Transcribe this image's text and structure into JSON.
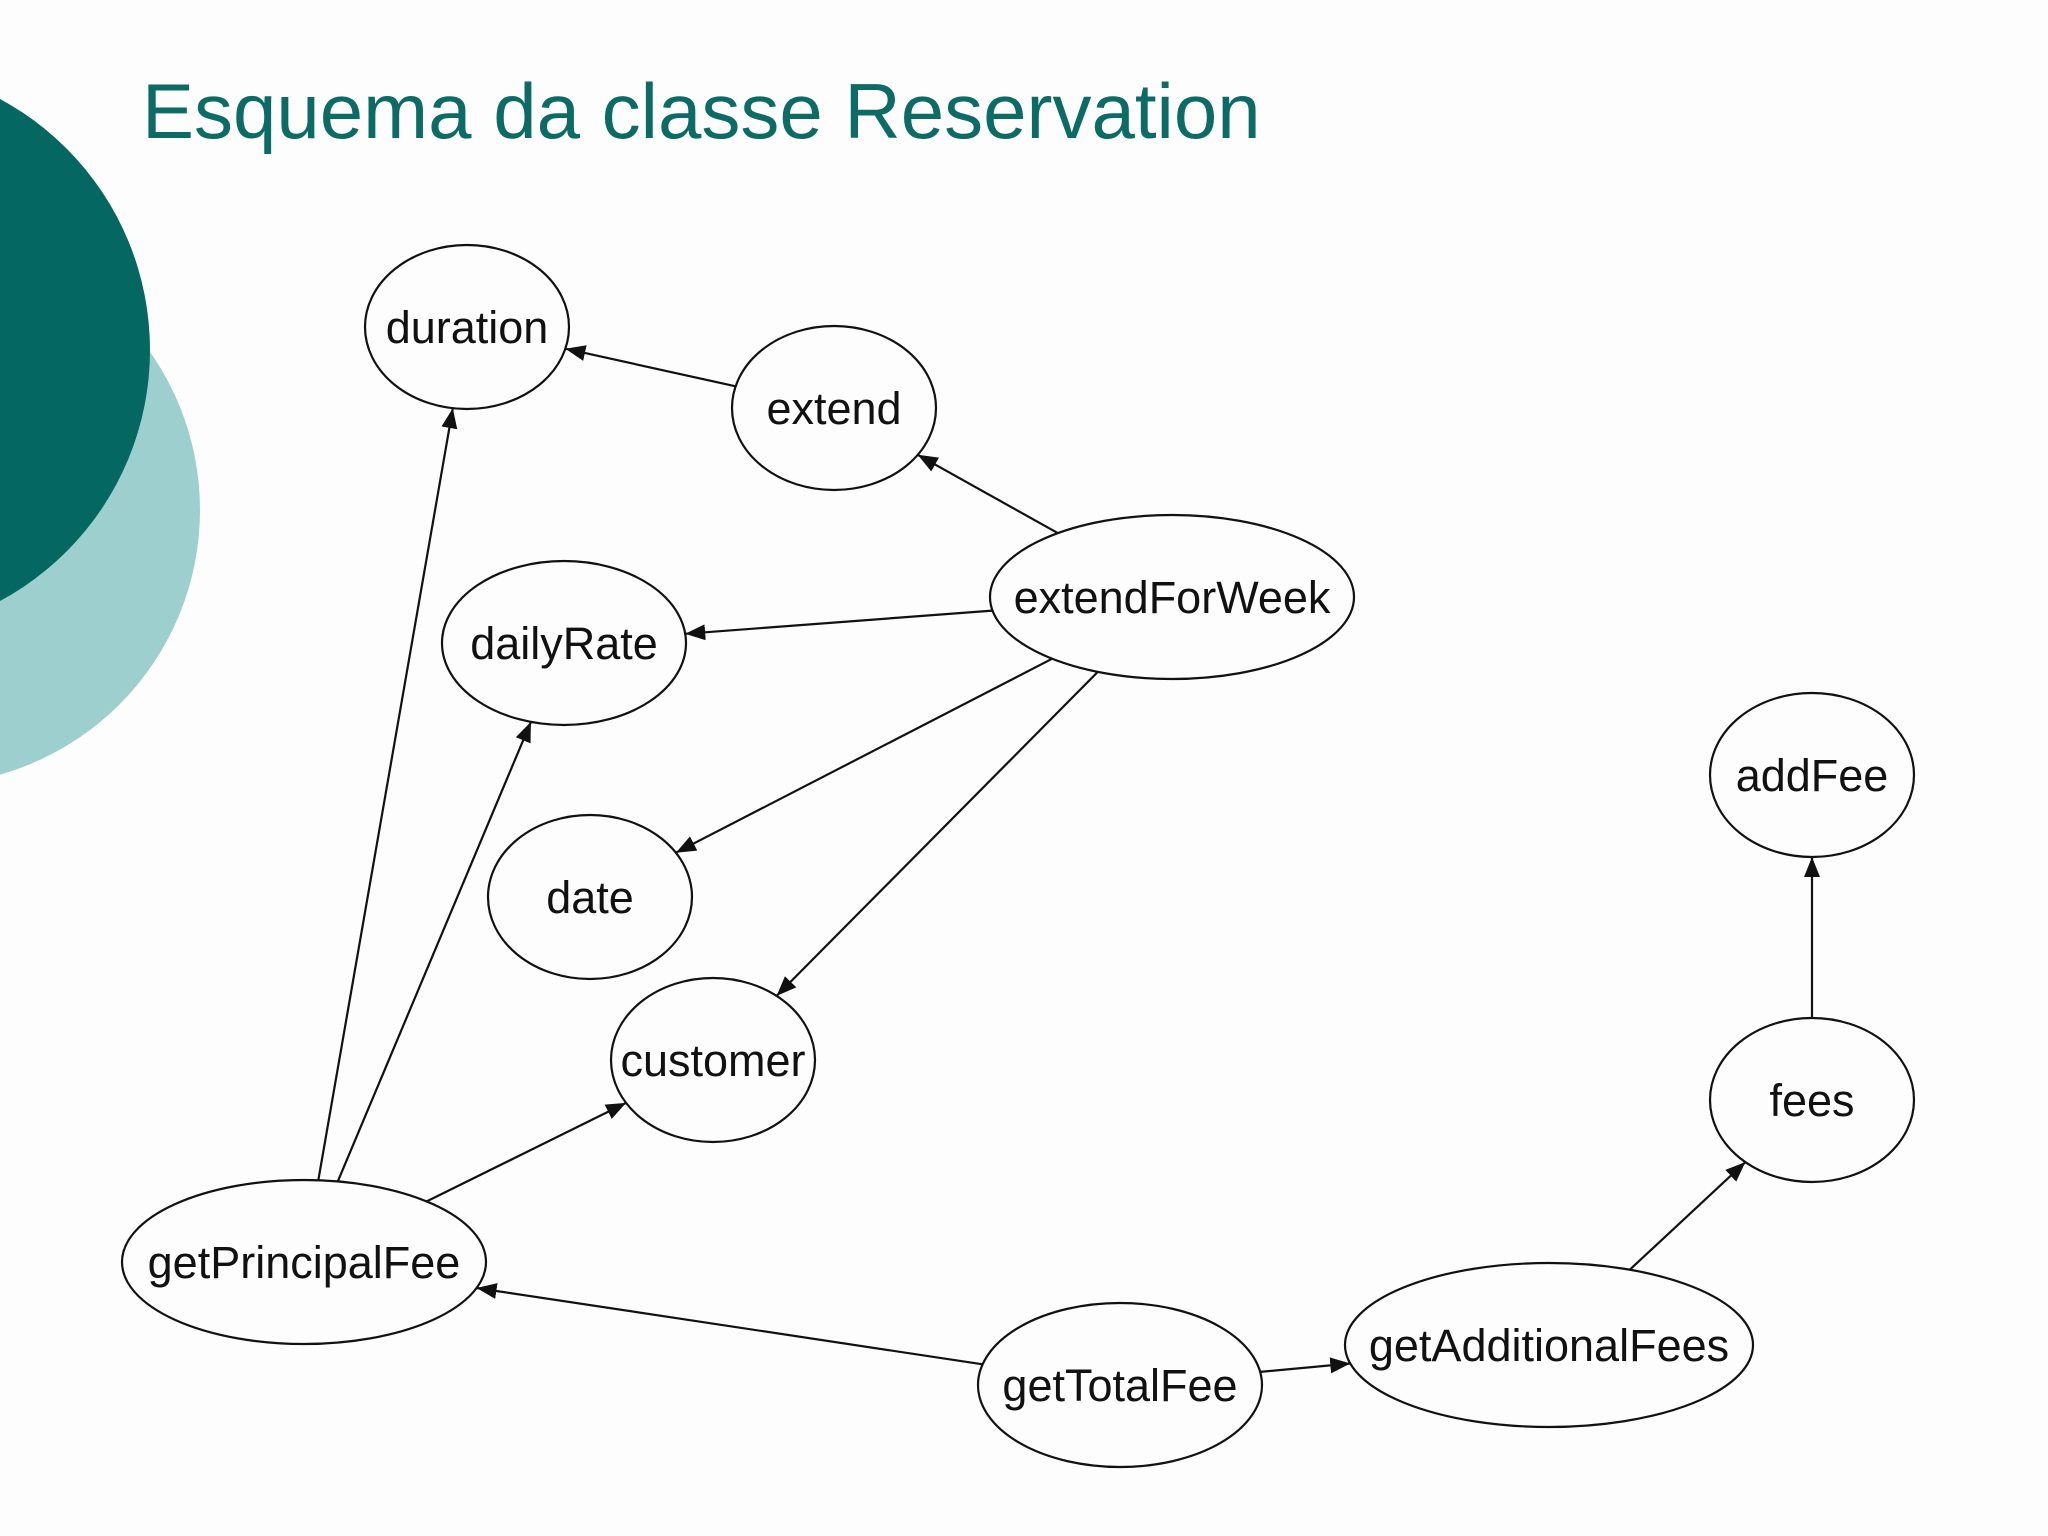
{
  "slide": {
    "title": "Esquema da classe Reservation",
    "colors": {
      "title": "#0d6b66",
      "circle_dark": "#046761",
      "circle_light": "#9dcfcf",
      "stroke": "#111111",
      "background": "#fdfdfd"
    }
  },
  "diagram": {
    "nodes": [
      {
        "id": "duration",
        "label": "duration"
      },
      {
        "id": "extend",
        "label": "extend"
      },
      {
        "id": "extendForWeek",
        "label": "extendForWeek"
      },
      {
        "id": "dailyRate",
        "label": "dailyRate"
      },
      {
        "id": "date",
        "label": "date"
      },
      {
        "id": "customer",
        "label": "customer"
      },
      {
        "id": "getPrincipalFee",
        "label": "getPrincipalFee"
      },
      {
        "id": "getTotalFee",
        "label": "getTotalFee"
      },
      {
        "id": "getAdditionalFees",
        "label": "getAdditionalFees"
      },
      {
        "id": "fees",
        "label": "fees"
      },
      {
        "id": "addFee",
        "label": "addFee"
      }
    ],
    "edges": [
      {
        "from": "extend",
        "to": "duration"
      },
      {
        "from": "extendForWeek",
        "to": "extend"
      },
      {
        "from": "extendForWeek",
        "to": "dailyRate"
      },
      {
        "from": "extendForWeek",
        "to": "date"
      },
      {
        "from": "extendForWeek",
        "to": "customer"
      },
      {
        "from": "getPrincipalFee",
        "to": "duration"
      },
      {
        "from": "getPrincipalFee",
        "to": "dailyRate"
      },
      {
        "from": "getPrincipalFee",
        "to": "customer"
      },
      {
        "from": "getTotalFee",
        "to": "getPrincipalFee"
      },
      {
        "from": "getTotalFee",
        "to": "getAdditionalFees"
      },
      {
        "from": "getAdditionalFees",
        "to": "fees"
      },
      {
        "from": "fees",
        "to": "addFee"
      }
    ]
  }
}
